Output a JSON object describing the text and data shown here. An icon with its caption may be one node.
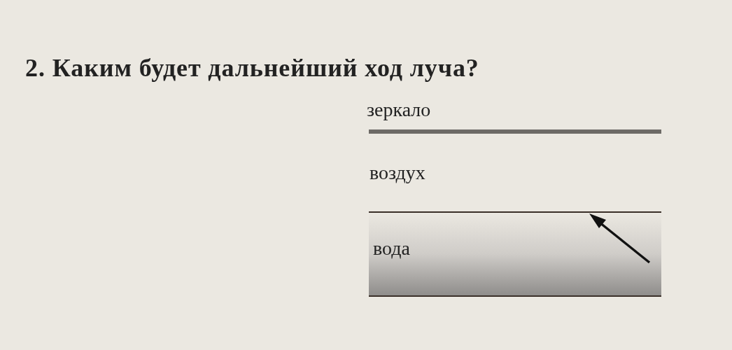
{
  "diagram": {
    "title": "2. Каким будет дальнейший ход луча?",
    "nodes": [
      {
        "text": [
          "вода"
        ]
      }
    ],
    "labels": [
      "зеркало",
      "воздух"
    ]
  }
}
